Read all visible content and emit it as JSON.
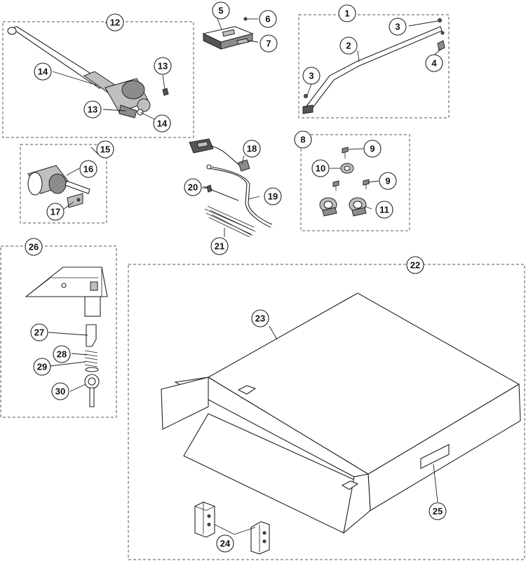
{
  "callouts": {
    "c1": "1",
    "c2": "2",
    "c3a": "3",
    "c3b": "3",
    "c4": "4",
    "c5": "5",
    "c6": "6",
    "c7": "7",
    "c8": "8",
    "c9a": "9",
    "c9b": "9",
    "c10": "10",
    "c11": "11",
    "c12": "12",
    "c13a": "13",
    "c13b": "13",
    "c14a": "14",
    "c14b": "14",
    "c15": "15",
    "c16": "16",
    "c17": "17",
    "c18": "18",
    "c19": "19",
    "c20": "20",
    "c21": "21",
    "c22": "22",
    "c23": "23",
    "c24": "24",
    "c25": "25",
    "c26": "26",
    "c27": "27",
    "c28": "28",
    "c29": "29",
    "c30": "30"
  },
  "colors": {
    "line": "#222222",
    "dashed_box": "#555555",
    "light_gray": "#bfbfbf",
    "mid_gray": "#8c8c8c",
    "dark_gray": "#555555",
    "background": "#ffffff"
  }
}
